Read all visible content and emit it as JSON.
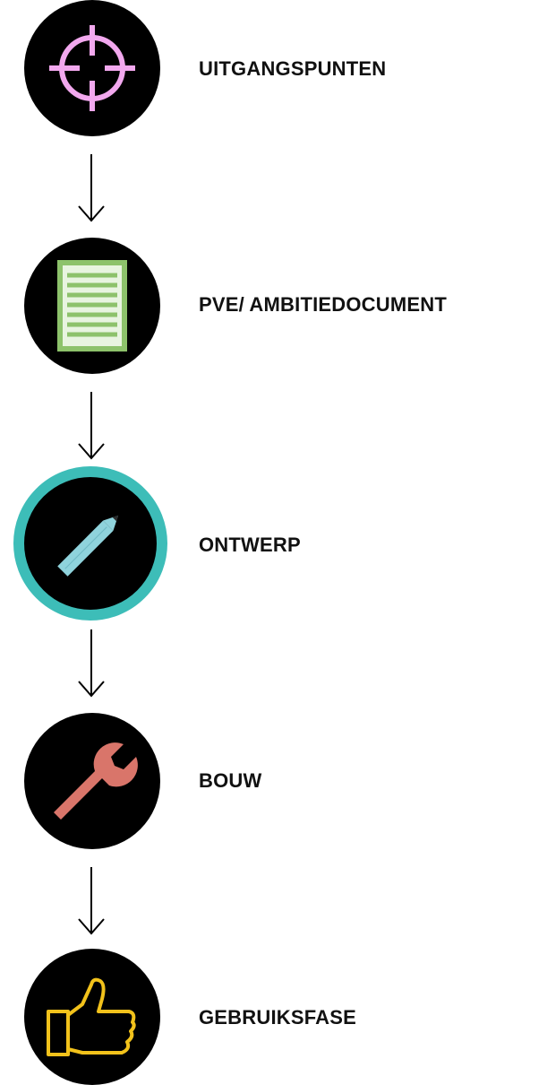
{
  "steps": [
    {
      "label": "UITGANGSPUNTEN",
      "icon": "crosshair-icon",
      "active": false,
      "color": "#f2a8ee"
    },
    {
      "label": "PVE/ AMBITIEDOCUMENT",
      "icon": "document-icon",
      "active": false,
      "color": "#8dc26b"
    },
    {
      "label": "ONTWERP",
      "icon": "pencil-icon",
      "active": true,
      "color": "#8fd3dc"
    },
    {
      "label": "BOUW",
      "icon": "wrench-icon",
      "active": false,
      "color": "#d9756a"
    },
    {
      "label": "GEBRUIKSFASE",
      "icon": "thumbs-up-icon",
      "active": false,
      "color": "#f2c21b"
    }
  ],
  "colors": {
    "circle": "#000000",
    "active_ring": "#3dbdb8",
    "label": "#111111",
    "arrow": "#000000"
  }
}
